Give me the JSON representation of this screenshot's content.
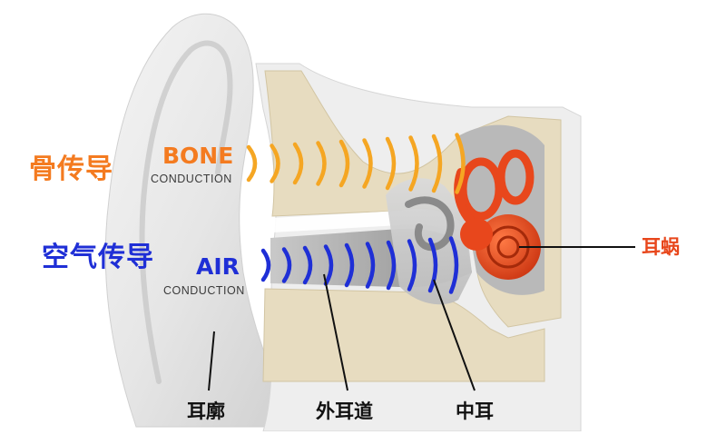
{
  "labels": {
    "bone_cn": "骨传导",
    "bone_en": "BONE",
    "bone_en_sub": "CONDUCTION",
    "air_cn": "空气传导",
    "air_en": "AIR",
    "air_en_sub": "CONDUCTION",
    "cochlea": "耳蜗",
    "auricle": "耳廓",
    "ear_canal": "外耳道",
    "middle_ear": "中耳"
  },
  "colors": {
    "bone": "#f47b20",
    "bone_wave": "#f5a623",
    "air": "#1f2fd6",
    "cochlea": "#e8471c",
    "text_dark": "#111111"
  },
  "icons": {
    "bone_waves": "sound-wave-arcs",
    "air_waves": "sound-wave-arcs"
  }
}
